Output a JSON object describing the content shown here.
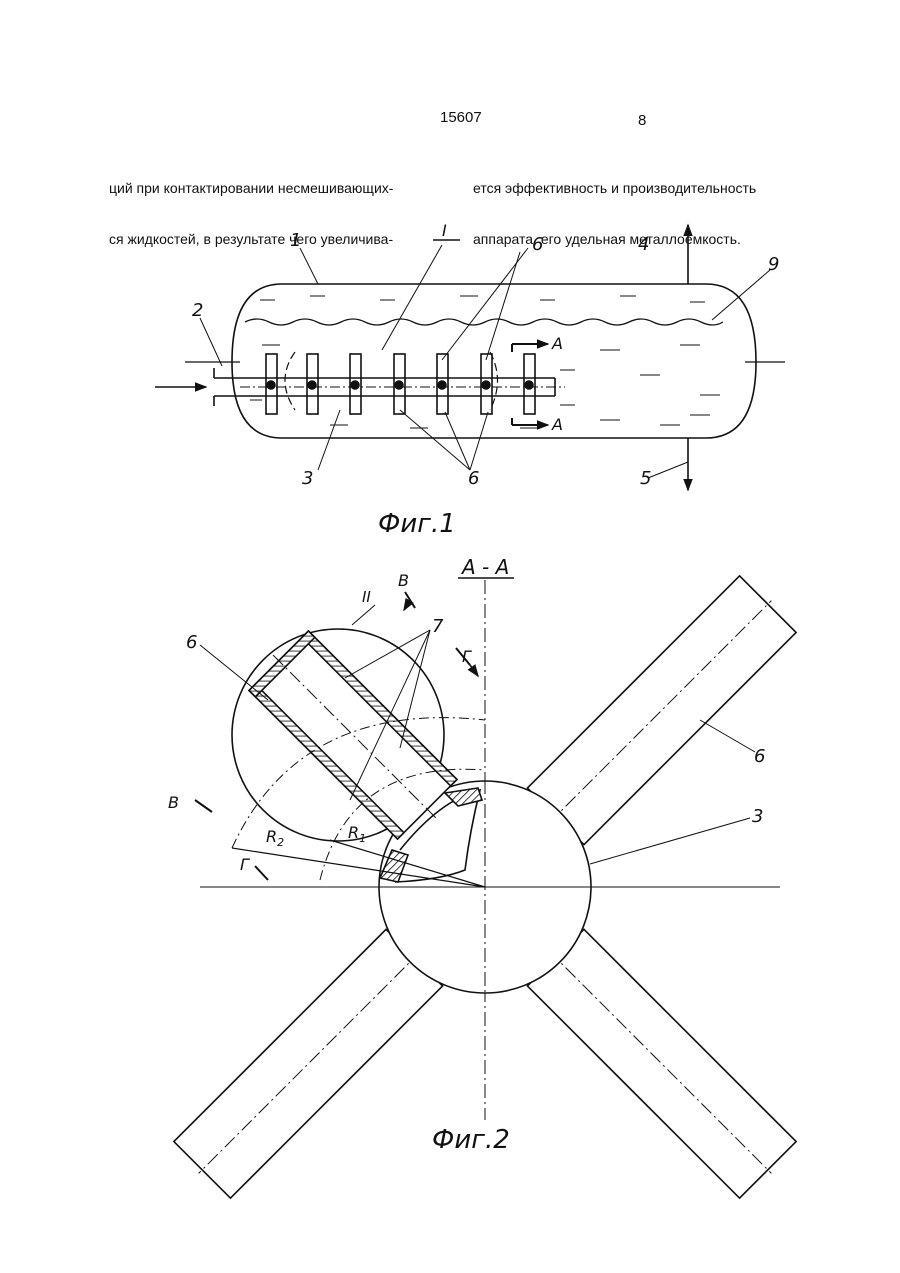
{
  "header": {
    "patent_number": "15607",
    "page_number": "8"
  },
  "text": {
    "left_column": [
      "ций при контактировании несмешивающих-",
      "ся жидкостей, в результате чего увеличива-"
    ],
    "right_column": [
      "ется эффективность и производительность",
      "аппарата, его удельная металлоемкость."
    ]
  },
  "figure1": {
    "caption": "Фиг.1",
    "labels": {
      "housing": "1",
      "inlet": "2",
      "tube": "3",
      "outlet_top": "4",
      "outlet_bottom": "5",
      "nozzles_top": "6",
      "nozzles_bottom": "6",
      "interface": "9",
      "detail": "I",
      "section_top": "А",
      "section_bottom": "А"
    }
  },
  "figure2": {
    "caption": "Фиг.2",
    "section_title": "А - А",
    "labels": {
      "nozzle_left": "6",
      "nozzle_right": "6",
      "tube": "3",
      "holes": "7",
      "detail": "II",
      "b_top": "В",
      "b_left": "В",
      "g_top": "Г",
      "g_left": "Г",
      "r1": "R",
      "r1_sub": "1",
      "r2": "R",
      "r2_sub": "2"
    }
  }
}
